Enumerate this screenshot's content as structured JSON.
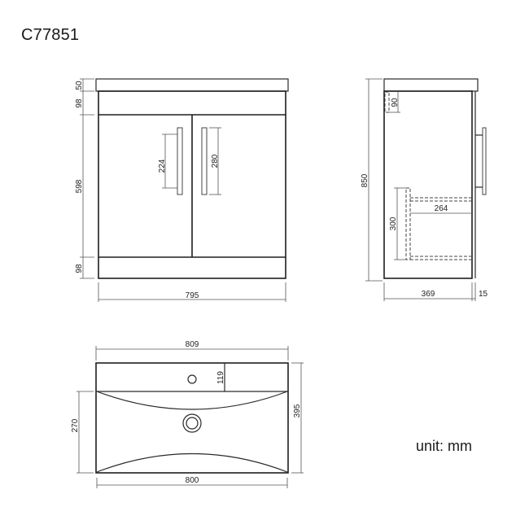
{
  "title": "C77851",
  "unit_label": "unit: mm",
  "front_view": {
    "dims": {
      "top_lip": "50",
      "upper_rail": "98",
      "door_height": "598",
      "plinth": "98",
      "width": "795",
      "handle_center": "224",
      "handle_length": "280"
    }
  },
  "side_view": {
    "dims": {
      "total_height": "850",
      "rail_depth": "90",
      "shelf_height": "300",
      "shelf_depth": "264",
      "depth": "369",
      "door_thickness": "15"
    }
  },
  "top_view": {
    "dims": {
      "basin_width": "809",
      "tap_deck": "119",
      "basin_depth": "395",
      "bowl_depth": "270",
      "bowl_width": "800"
    }
  }
}
